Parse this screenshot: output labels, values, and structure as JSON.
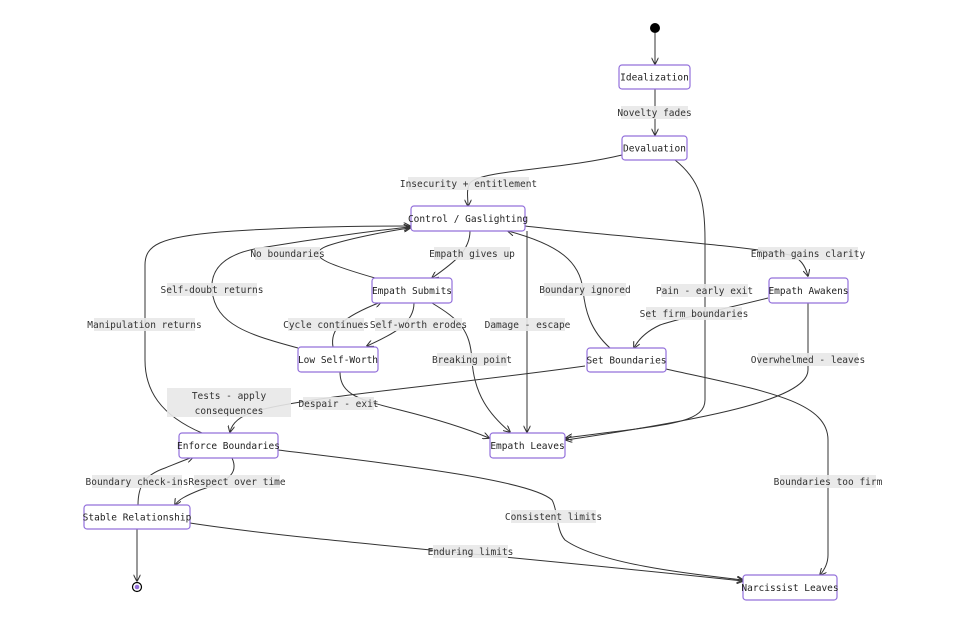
{
  "diagram": {
    "type": "state-diagram",
    "colors": {
      "node_border": "#9370db",
      "edge": "#333333",
      "label_bg": "#e8e8e8",
      "start": "#000000",
      "end_inner": "#9370db"
    },
    "start": {
      "id": "start"
    },
    "end": {
      "id": "end"
    },
    "states": [
      {
        "id": "idealization",
        "label": "Idealization"
      },
      {
        "id": "devaluation",
        "label": "Devaluation"
      },
      {
        "id": "control",
        "label": "Control / Gaslighting"
      },
      {
        "id": "submits",
        "label": "Empath Submits"
      },
      {
        "id": "awakens",
        "label": "Empath Awakens"
      },
      {
        "id": "lowworth",
        "label": "Low Self-Worth"
      },
      {
        "id": "setbounds",
        "label": "Set Boundaries"
      },
      {
        "id": "enforce",
        "label": "Enforce Boundaries"
      },
      {
        "id": "empathleaves",
        "label": "Empath Leaves"
      },
      {
        "id": "stable",
        "label": "Stable Relationship"
      },
      {
        "id": "narcleaves",
        "label": "Narcissist Leaves"
      }
    ],
    "transitions": [
      {
        "from": "start",
        "to": "idealization",
        "label": ""
      },
      {
        "from": "idealization",
        "to": "devaluation",
        "label": "Novelty fades"
      },
      {
        "from": "devaluation",
        "to": "control",
        "label": "Insecurity + entitlement"
      },
      {
        "from": "devaluation",
        "to": "empathleaves",
        "label": "Pain - early exit"
      },
      {
        "from": "control",
        "to": "submits",
        "label": "Empath gives up"
      },
      {
        "from": "control",
        "to": "awakens",
        "label": "Empath gains clarity"
      },
      {
        "from": "control",
        "to": "empathleaves",
        "label": "Damage - escape"
      },
      {
        "from": "submits",
        "to": "control",
        "label": "No boundaries"
      },
      {
        "from": "submits",
        "to": "lowworth",
        "label": "Self-worth erodes"
      },
      {
        "from": "submits",
        "to": "empathleaves",
        "label": "Breaking point"
      },
      {
        "from": "lowworth",
        "to": "submits",
        "label": "Cycle continues"
      },
      {
        "from": "lowworth",
        "to": "control",
        "label": "Self-doubt returns"
      },
      {
        "from": "lowworth",
        "to": "empathleaves",
        "label": "Despair - exit"
      },
      {
        "from": "awakens",
        "to": "setbounds",
        "label": "Set firm boundaries"
      },
      {
        "from": "awakens",
        "to": "empathleaves",
        "label": "Overwhelmed - leaves"
      },
      {
        "from": "setbounds",
        "to": "control",
        "label": "Boundary ignored"
      },
      {
        "from": "setbounds",
        "to": "enforce",
        "label": "Tests - apply consequences"
      },
      {
        "from": "setbounds",
        "to": "narcleaves",
        "label": "Boundaries too firm"
      },
      {
        "from": "enforce",
        "to": "control",
        "label": "Manipulation returns"
      },
      {
        "from": "enforce",
        "to": "stable",
        "label": "Respect over time"
      },
      {
        "from": "enforce",
        "to": "narcleaves",
        "label": "Consistent limits"
      },
      {
        "from": "stable",
        "to": "enforce",
        "label": "Boundary check-ins"
      },
      {
        "from": "stable",
        "to": "narcleaves",
        "label": "Enduring limits"
      },
      {
        "from": "stable",
        "to": "end",
        "label": ""
      }
    ]
  }
}
